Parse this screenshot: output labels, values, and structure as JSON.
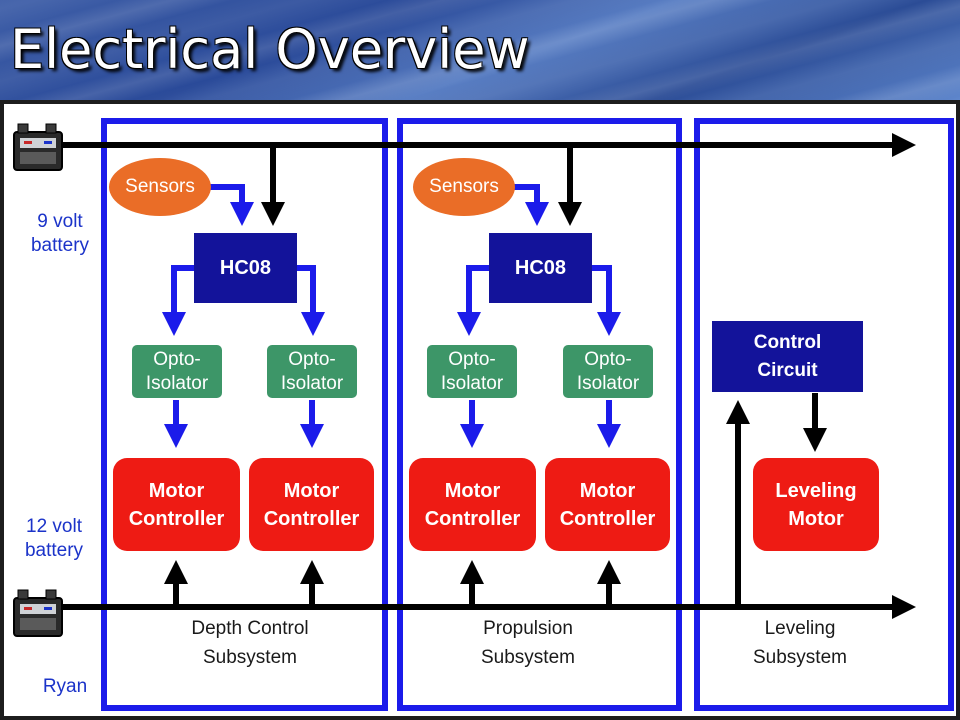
{
  "title": "Electrical Overview",
  "batteries": {
    "top_label_line1": "9 volt",
    "top_label_line2": "battery",
    "bottom_label_line1": "12 volt",
    "bottom_label_line2": "battery"
  },
  "author": "Ryan",
  "subsystems": [
    {
      "sensors": "Sensors",
      "controller": "HC08",
      "opto_line1": "Opto-",
      "opto_line2": "Isolator",
      "motor_line1": "Motor",
      "motor_line2": "Controller",
      "label_line1": "Depth Control",
      "label_line2": "Subsystem"
    },
    {
      "sensors": "Sensors",
      "controller": "HC08",
      "opto_line1": "Opto-",
      "opto_line2": "Isolator",
      "motor_line1": "Motor",
      "motor_line2": "Controller",
      "label_line1": "Propulsion",
      "label_line2": "Subsystem"
    },
    {
      "control_line1": "Control",
      "control_line2": "Circuit",
      "motor_line1": "Leveling",
      "motor_line2": "Motor",
      "label_line1": "Leveling",
      "label_line2": "Subsystem"
    }
  ],
  "colors": {
    "subsystem_border": "#1b1bea",
    "sensor_link": "#1b1bea",
    "power_line": "#000000",
    "sensors": "#ea6d27",
    "hc08": "#13139a",
    "opto": "#3d9668",
    "motor": "#ee1b14"
  },
  "icons": [
    "battery-icon"
  ]
}
